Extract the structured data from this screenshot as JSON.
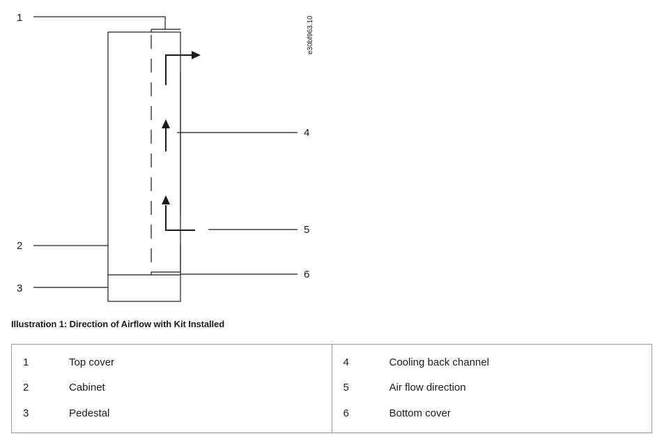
{
  "diagram": {
    "callouts": [
      "1",
      "2",
      "3",
      "4",
      "5",
      "6"
    ],
    "reference_code": "e30bf963.10"
  },
  "caption": "Illustration 1: Direction of Airflow with Kit Installed",
  "legend": {
    "left": [
      {
        "num": "1",
        "text": "Top cover"
      },
      {
        "num": "2",
        "text": "Cabinet"
      },
      {
        "num": "3",
        "text": "Pedestal"
      }
    ],
    "right": [
      {
        "num": "4",
        "text": "Cooling back channel"
      },
      {
        "num": "5",
        "text": "Air flow direction"
      },
      {
        "num": "6",
        "text": "Bottom cover"
      }
    ]
  },
  "colors": {
    "line": "#1a1a1a",
    "border": "#9a9a9a"
  }
}
